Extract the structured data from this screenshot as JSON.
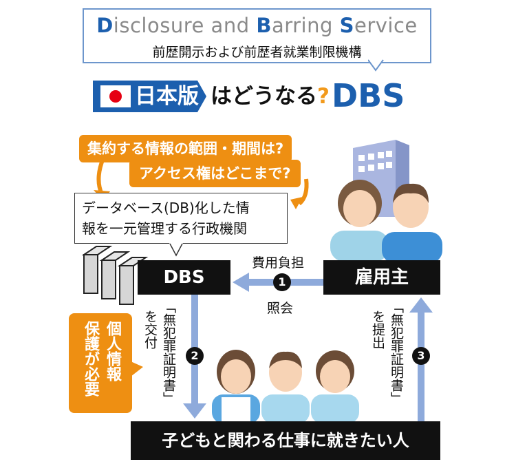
{
  "header": {
    "english_parts": [
      {
        "initial": "D",
        "rest": "isclosure and "
      },
      {
        "initial": "B",
        "rest": "arring "
      },
      {
        "initial": "S",
        "rest": "ervice"
      }
    ],
    "japanese_name": "前歴開示および前歴者就業制限機構"
  },
  "title": {
    "tag": "日本版",
    "question": "はどうなる",
    "question_mark": "?",
    "acronym": "DBS"
  },
  "questions": [
    "集約する情報の範囲・期間は?",
    "アクセス権はどこまで?"
  ],
  "callout": {
    "line1": "データベース(DB)化した情",
    "line2": "報を一元管理する行政機関"
  },
  "nodes": {
    "dbs": "DBS",
    "employer": "雇用主",
    "applicant": "子どもと関わる仕事に就きたい人"
  },
  "steps": {
    "step1": {
      "number": "1",
      "label_top": "費用負担",
      "label_bottom": "照会"
    },
    "step2": {
      "number": "2",
      "certificate": "「無犯罪証明書」",
      "action": "を交付"
    },
    "step3": {
      "number": "3",
      "certificate": "「無犯罪証明書」",
      "action": "を提出"
    }
  },
  "privacy_note": {
    "col1": "個人情報",
    "col2": "保護が必要"
  },
  "colors": {
    "blue": "#1c5fae",
    "orange": "#ee8f12",
    "arrow": "#8eaadb",
    "black": "#111111"
  }
}
